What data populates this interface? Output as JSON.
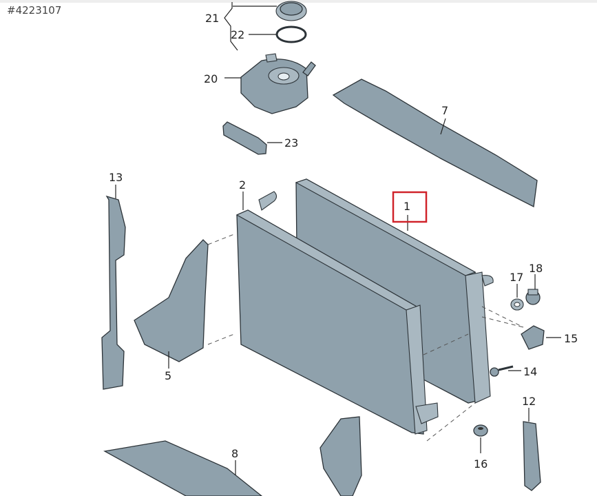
{
  "part_number": "#4223107",
  "callouts": {
    "c1": "1",
    "c2": "2",
    "c5": "5",
    "c7": "7",
    "c8": "8",
    "c12": "12",
    "c13": "13",
    "c14": "14",
    "c15": "15",
    "c16": "16",
    "c17": "17",
    "c18": "18",
    "c20": "20",
    "c21": "21",
    "c22": "22",
    "c23": "23"
  },
  "highlighted_callout": "1",
  "colors": {
    "part": "#8fa1ac",
    "highlight": "#d0232a"
  }
}
